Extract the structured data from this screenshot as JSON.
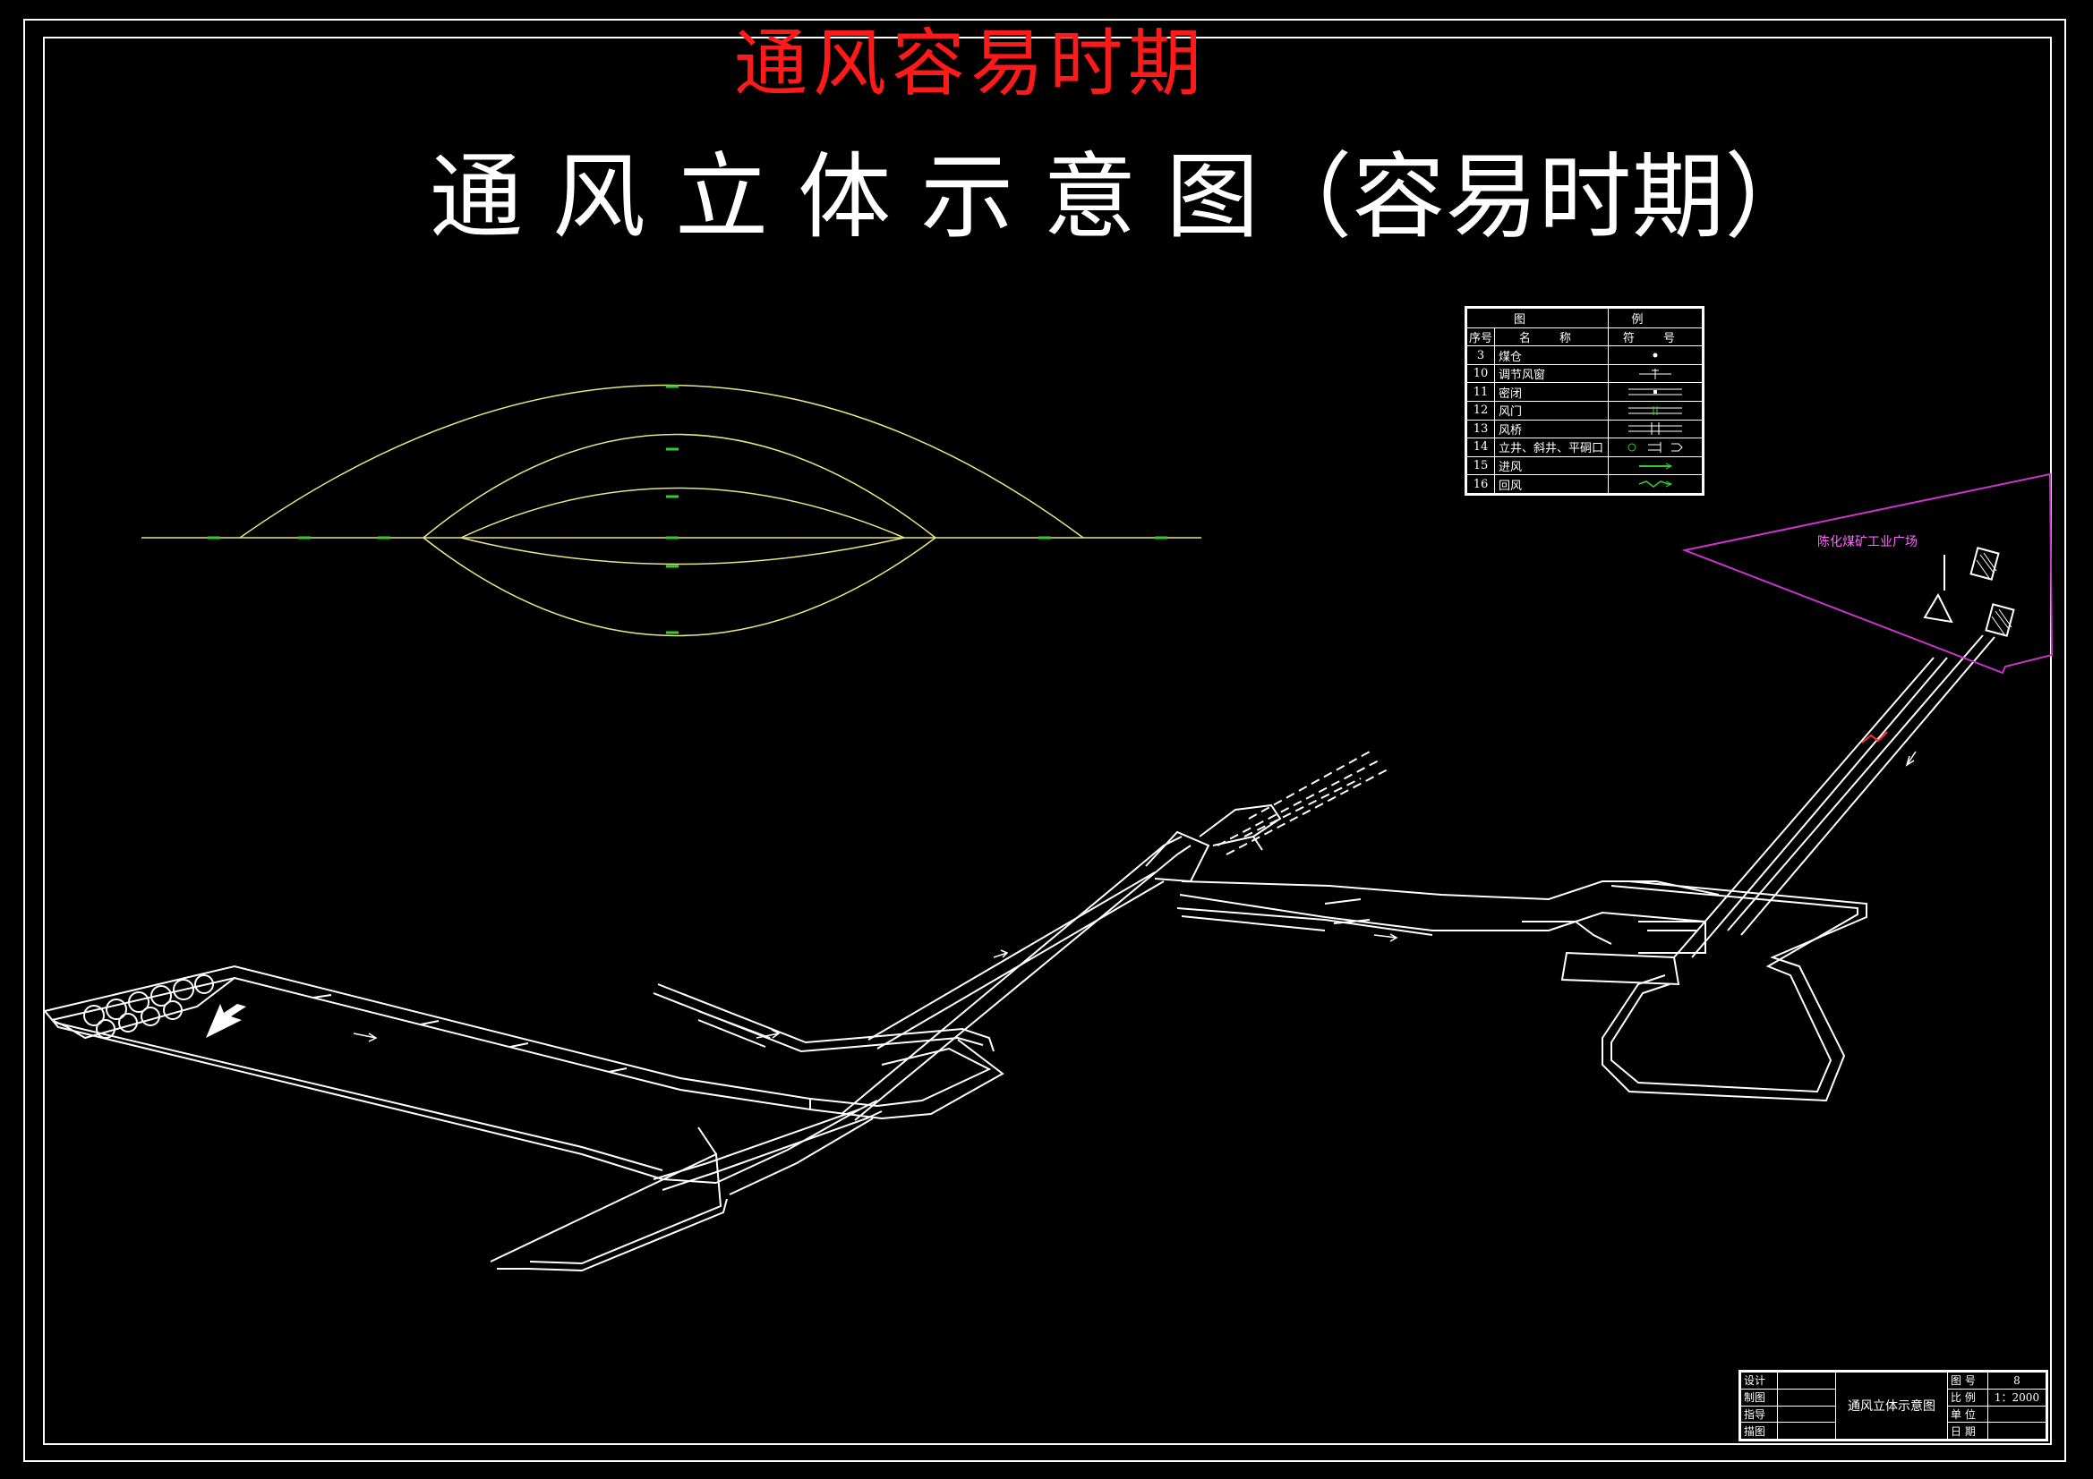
{
  "red_title": "通风容易时期",
  "main_title": "通 风 立 体 示 意 图（容易时期）",
  "colors": {
    "background": "#000000",
    "lines": "#ffffff",
    "red_title": "#ff1a1a",
    "schematic": "#e6e68a",
    "airflow_arrow": "#33cc33",
    "industrial_square": "#cc33cc"
  },
  "legend": {
    "header_left": "图",
    "header_right": "例",
    "col_no": "序号",
    "col_name": "名 称",
    "col_symbol": "符 号",
    "rows": [
      {
        "no": "3",
        "name": "煤仓",
        "icon": "dot-icon"
      },
      {
        "no": "10",
        "name": "调节风窗",
        "icon": "regulator-window-icon"
      },
      {
        "no": "11",
        "name": "密闭",
        "icon": "seal-icon"
      },
      {
        "no": "12",
        "name": "风门",
        "icon": "air-door-icon"
      },
      {
        "no": "13",
        "name": "风桥",
        "icon": "air-bridge-icon"
      },
      {
        "no": "14",
        "name": "立井、斜井、平硐口",
        "icon": "shaft-mouth-icon"
      },
      {
        "no": "15",
        "name": "进风",
        "icon": "intake-arrow-icon"
      },
      {
        "no": "16",
        "name": "回风",
        "icon": "return-arrow-icon"
      }
    ]
  },
  "industrial_square_label": "陈化煤矿工业广场",
  "title_block": {
    "roles": [
      "设计",
      "制图",
      "指导",
      "描图"
    ],
    "drawing_name": "通风立体示意图",
    "fields": [
      {
        "label": "图 号",
        "value": "8"
      },
      {
        "label": "比 例",
        "value": "1：2000"
      },
      {
        "label": "单 位",
        "value": ""
      },
      {
        "label": "日 期",
        "value": ""
      }
    ]
  }
}
